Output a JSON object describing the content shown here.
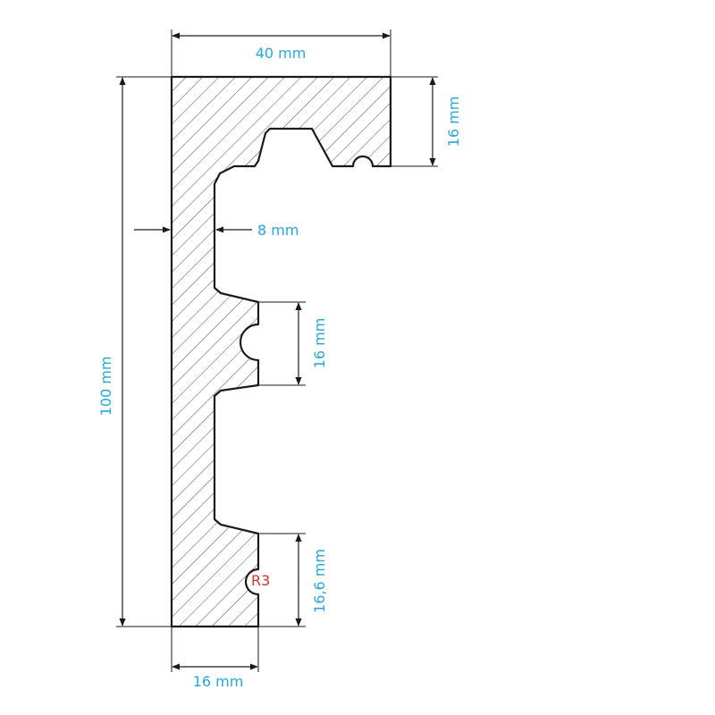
{
  "colors": {
    "dimension_text": "#29a7d6",
    "radius_text": "#c0392b",
    "profile_outline": "#1a1a1a",
    "hatch": "#4d4d4d"
  },
  "dimensions": {
    "width_top": "40 mm",
    "height_total": "100 mm",
    "top_flange": "16 mm",
    "wall_thickness": "8 mm",
    "middle_rib": "16 mm",
    "bottom_rib": "16,6 mm",
    "width_bottom": "16 mm"
  },
  "annotations": {
    "radius": "R3"
  }
}
